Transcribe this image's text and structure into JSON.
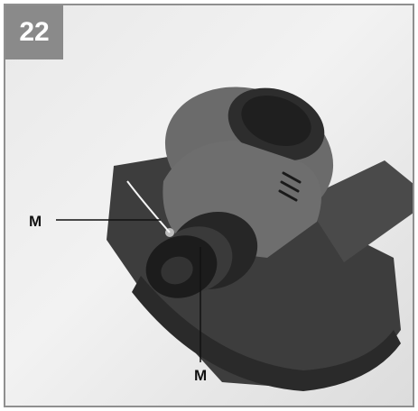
{
  "figure": {
    "number": "22",
    "callouts": [
      {
        "label": "M"
      },
      {
        "label": "M"
      }
    ]
  }
}
